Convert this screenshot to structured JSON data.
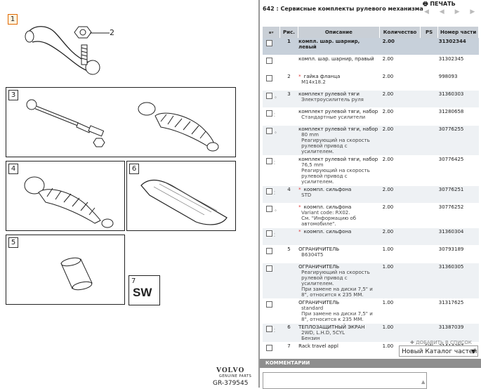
{
  "diagram": {
    "callouts": {
      "part1_num": "1",
      "part2_num": "2",
      "part3_num": "3",
      "part4_num": "4",
      "part5_num": "5",
      "part6_num": "6",
      "part7_num": "7",
      "sw_label": "SW"
    },
    "brand": "VOLVO",
    "brand_sub": "GENUINE PARTS",
    "ref": "GR-379545"
  },
  "header": {
    "title": "642 : Сервисные комплекты рулевого механизма",
    "print": "ПЕЧАТЬ",
    "pager": "◀ ◀ ▶ ▶"
  },
  "table": {
    "columns": [
      "Рис.",
      "Описание",
      "Количество",
      "PS",
      "Номер части"
    ],
    "rows": [
      {
        "fig": "1",
        "desc": "компл. шар. шарнир, левый",
        "subs": [],
        "qty": "2.00",
        "ps": "",
        "pn": "31302344",
        "star": false,
        "icon": "",
        "cls": "sel"
      },
      {
        "fig": "",
        "desc": "компл. шар. шарнир, правый",
        "subs": [],
        "qty": "2.00",
        "ps": "",
        "pn": "31302345",
        "star": false,
        "icon": "",
        "cls": "odd"
      },
      {
        "fig": "2",
        "desc": "гайка фланца",
        "subs": [
          "M14x18.2"
        ],
        "qty": "2.00",
        "ps": "",
        "pn": "998093",
        "star": true,
        "icon": "",
        "cls": "odd"
      },
      {
        "fig": "3",
        "desc": "комплект рулевой тяги",
        "subs": [
          "Электроусилитель руля"
        ],
        "qty": "2.00",
        "ps": "",
        "pn": "31360303",
        "star": false,
        "icon": "⁘",
        "cls": "even"
      },
      {
        "fig": "",
        "desc": "комплект рулевой тяги, набор",
        "subs": [
          "Стандартные усилители"
        ],
        "qty": "2.00",
        "ps": "",
        "pn": "31280658",
        "star": false,
        "icon": "⁚",
        "cls": "odd"
      },
      {
        "fig": "",
        "desc": "комплект рулевой тяги, набор",
        "subs": [
          "80 mm",
          "Реагирующий на скорость рулевой привод с усилителем."
        ],
        "qty": "2.00",
        "ps": "",
        "pn": "30776255",
        "star": false,
        "icon": "⁘",
        "cls": "even"
      },
      {
        "fig": "",
        "desc": "комплект рулевой тяги, набор",
        "subs": [
          "76,5 mm",
          "Реагирующий на скорость рулевой привод с усилителем."
        ],
        "qty": "2.00",
        "ps": "",
        "pn": "30776425",
        "star": false,
        "icon": "⁚",
        "cls": "odd"
      },
      {
        "fig": "4",
        "desc": "коомпл. сильфона",
        "subs": [
          "STD"
        ],
        "qty": "2.00",
        "ps": "",
        "pn": "30776251",
        "star": true,
        "icon": "⁚",
        "cls": "even"
      },
      {
        "fig": "",
        "desc": "коомпл. сильфона",
        "subs": [
          "Variant code: RX02.",
          "См. \"Информацию об автомобиле\"."
        ],
        "qty": "2.00",
        "ps": "",
        "pn": "30776252",
        "star": true,
        "icon": "⁘",
        "cls": "odd"
      },
      {
        "fig": "",
        "desc": "коомпл. сильфона",
        "subs": [],
        "qty": "2.00",
        "ps": "",
        "pn": "31360304",
        "star": true,
        "icon": "⁚",
        "cls": "even"
      },
      {
        "fig": "5",
        "desc": "ОГРАНИЧИТЕЛЬ",
        "subs": [
          "B6304T5"
        ],
        "qty": "1.00",
        "ps": "",
        "pn": "30793189",
        "star": false,
        "icon": "",
        "cls": "odd"
      },
      {
        "fig": "",
        "desc": "ОГРАНИЧИТЕЛЬ",
        "subs": [
          "Реагирующий на скорость рулевой привод с усилителем.",
          "При замене на диски 7,5\" и 8\", относится к 235 MM."
        ],
        "qty": "1.00",
        "ps": "",
        "pn": "31360305",
        "star": false,
        "icon": "",
        "cls": "even"
      },
      {
        "fig": "",
        "desc": "ОГРАНИЧИТЕЛЬ",
        "subs": [
          "standard",
          "При замене на диски 7,5\" и 8\", относится к 235 MM."
        ],
        "qty": "1.00",
        "ps": "",
        "pn": "31317625",
        "star": false,
        "icon": "",
        "cls": "odd"
      },
      {
        "fig": "6",
        "desc": "ТЕПЛОЗАЩИТНЫЙ ЭКРАН",
        "subs": [
          "2WD, L.H.D, 5CYL",
          "Бензин"
        ],
        "qty": "1.00",
        "ps": "",
        "pn": "31387039",
        "star": false,
        "icon": "⁚",
        "cls": "even"
      },
      {
        "fig": "7",
        "desc": "Rack travel appl",
        "subs": [],
        "qty": "1.00",
        "ps": "SW",
        "pn": "31414387",
        "star": false,
        "icon": "",
        "cls": "odd"
      }
    ]
  },
  "footer": {
    "add_to_list": "ДОБАВИТЬ В СПИСОК",
    "catalog_select": "Новый Каталог частей",
    "comments_header": "КОММЕНТАРИИ"
  }
}
